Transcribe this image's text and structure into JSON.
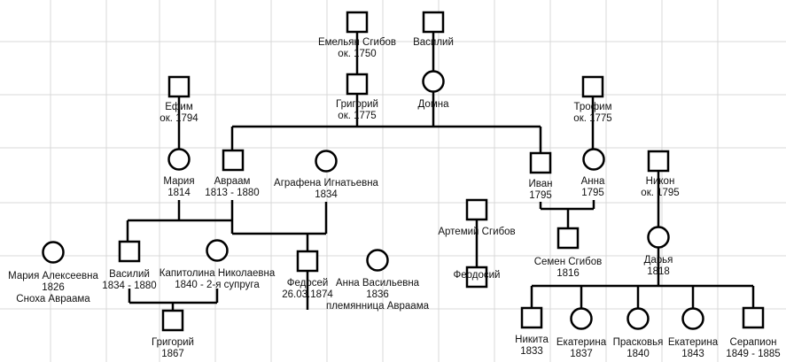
{
  "people": [
    {
      "id": "emelyan",
      "sex": "m",
      "lines": [
        "Емельян Сгибов",
        "ок. 1750"
      ]
    },
    {
      "id": "vasiliy_sr",
      "sex": "m",
      "lines": [
        "Василий"
      ]
    },
    {
      "id": "grigoriy_sr",
      "sex": "m",
      "lines": [
        "Григорий",
        "ок. 1775"
      ]
    },
    {
      "id": "domna",
      "sex": "f",
      "lines": [
        "Домна"
      ]
    },
    {
      "id": "efim",
      "sex": "m",
      "lines": [
        "Ефим",
        "ок. 1794"
      ]
    },
    {
      "id": "trofim",
      "sex": "m",
      "lines": [
        "Трофим",
        "ок. 1775"
      ]
    },
    {
      "id": "mariya",
      "sex": "f",
      "lines": [
        "Мария",
        "1814"
      ]
    },
    {
      "id": "avraam",
      "sex": "m",
      "lines": [
        "Авраам",
        "1813 - 1880"
      ]
    },
    {
      "id": "agrafena",
      "sex": "f",
      "lines": [
        "Аграфена Игнатьевна",
        "1834"
      ]
    },
    {
      "id": "ivan",
      "sex": "m",
      "lines": [
        "Иван",
        "1795"
      ]
    },
    {
      "id": "anna",
      "sex": "f",
      "lines": [
        "Анна",
        "1795"
      ]
    },
    {
      "id": "nikon",
      "sex": "m",
      "lines": [
        "Никон",
        "ок. 1795"
      ]
    },
    {
      "id": "artemiy",
      "sex": "m",
      "lines": [
        "Артемий  Сгибов"
      ]
    },
    {
      "id": "feodosiy",
      "sex": "m",
      "lines": [
        "Феодосий"
      ]
    },
    {
      "id": "semen",
      "sex": "m",
      "lines": [
        "Семен Сгибов",
        "1816"
      ]
    },
    {
      "id": "darya",
      "sex": "f",
      "lines": [
        "Дарья",
        "1818"
      ]
    },
    {
      "id": "mariya_a",
      "sex": "f",
      "lines": [
        "Мария Алексеевна",
        "1826",
        "Сноха Авраама"
      ]
    },
    {
      "id": "vasiliy_jr",
      "sex": "m",
      "lines": [
        "Василий",
        "1834 - 1880"
      ]
    },
    {
      "id": "kapitolina",
      "sex": "f",
      "lines": [
        "Капитолина Николаевна",
        "1840 - 2-я супруга"
      ]
    },
    {
      "id": "fedosey",
      "sex": "m",
      "lines": [
        "Федосей",
        "26.03.1874"
      ]
    },
    {
      "id": "anna_v",
      "sex": "f",
      "lines": [
        "Анна Васильевна",
        "1836",
        "племянница Авраама"
      ]
    },
    {
      "id": "grigoriy_jr",
      "sex": "m",
      "lines": [
        "Григорий",
        "1867"
      ]
    },
    {
      "id": "nikita",
      "sex": "m",
      "lines": [
        "Никита",
        "1833"
      ]
    },
    {
      "id": "ekaterina1",
      "sex": "f",
      "lines": [
        "Екатерина",
        "1837"
      ]
    },
    {
      "id": "praskovya",
      "sex": "f",
      "lines": [
        "Прасковья",
        "1840"
      ]
    },
    {
      "id": "ekaterina2",
      "sex": "f",
      "lines": [
        "Екатерина",
        "1843"
      ]
    },
    {
      "id": "serapion",
      "sex": "m",
      "lines": [
        "Серапион",
        "1849 - 1885"
      ]
    }
  ]
}
